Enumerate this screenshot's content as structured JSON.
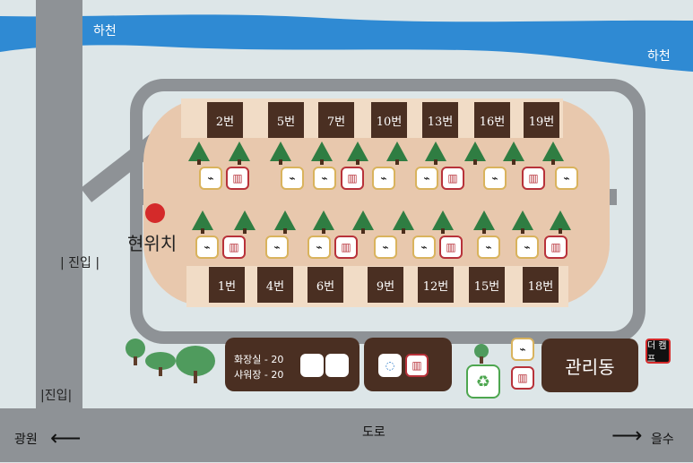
{
  "top_labels": [
    "하천",
    "하천"
  ],
  "entry_labels": [
    "| 진입 |",
    "|진입|"
  ],
  "current_location": "현위치",
  "site_rows": {
    "top": [
      "2번",
      "5번",
      "7번",
      "10번",
      "13번",
      "16번",
      "19번"
    ],
    "bottom": [
      "1번",
      "4번",
      "6번",
      "9번",
      "12번",
      "15번",
      "18번"
    ]
  },
  "facility_panel": {
    "lines": [
      "화장실 - 20",
      "샤워장 - 20"
    ]
  },
  "management": "관리동",
  "road": "도로",
  "left_destination": "광원",
  "right_destination": "을수",
  "small_logo_text": "더 캠프"
}
